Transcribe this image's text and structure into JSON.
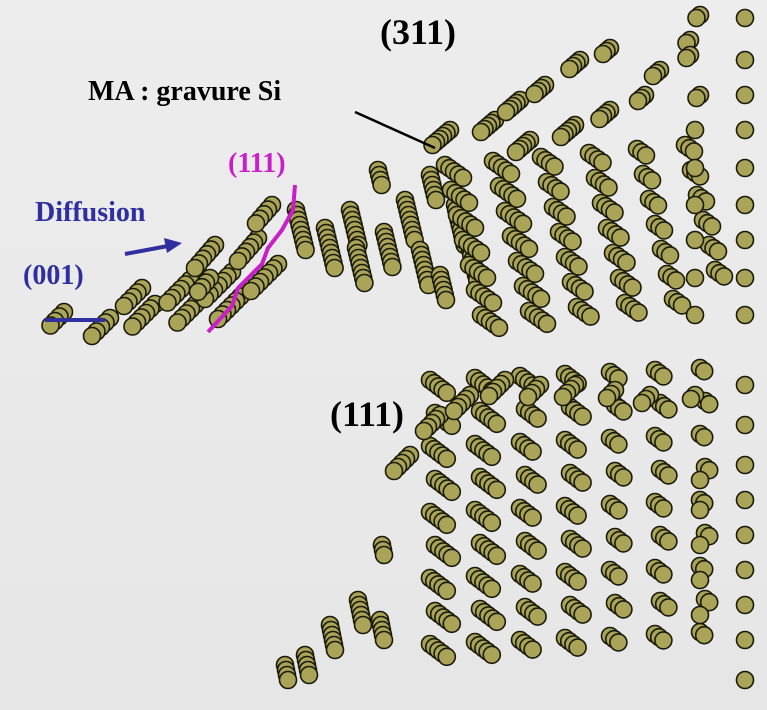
{
  "labels": {
    "top_facet": "(311)",
    "ma_label": "MA : gravure Si",
    "facet_111_magenta": "(111)",
    "diffusion": "Diffusion",
    "facet_001": "(001)",
    "bottom_facet": "(111)"
  },
  "colors": {
    "atom_fill": "#a9a457",
    "atom_edge": "#1a1a0a",
    "magenta_line": "#c81fc8",
    "blue_line": "#2f2fa0",
    "background": "#e9e9e9"
  }
}
